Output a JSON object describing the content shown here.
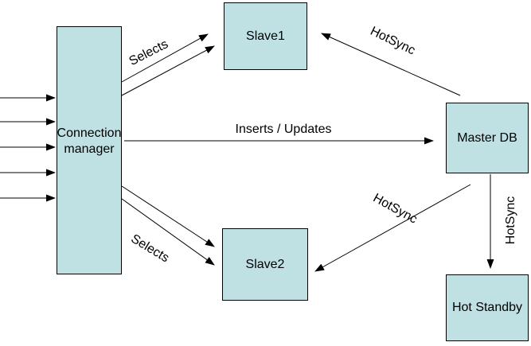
{
  "diagram": {
    "colors": {
      "background": "#ffffff",
      "node_fill": "#bfe1e4",
      "node_border": "#000000",
      "line": "#000000",
      "text": "#000000"
    },
    "nodes": {
      "connection_manager": {
        "label": "Connection manager"
      },
      "slave1": {
        "label": "Slave1"
      },
      "master_db": {
        "label": "Master DB"
      },
      "slave2": {
        "label": "Slave2"
      },
      "hot_standby": {
        "label": "Hot Standby"
      }
    },
    "edges": {
      "client_connections": {
        "to": "connection_manager",
        "arrow_count": 5,
        "label": ""
      },
      "selects_top": {
        "from": "connection_manager",
        "to": "slave1",
        "label": "Selects",
        "arrow_count": 2
      },
      "inserts_updates": {
        "from": "connection_manager",
        "to": "master_db",
        "label": "Inserts / Updates",
        "arrow_count": 1
      },
      "selects_bottom": {
        "from": "connection_manager",
        "to": "slave2",
        "label": "Selects",
        "arrow_count": 2
      },
      "hotsync_slave1": {
        "from": "master_db",
        "to": "slave1",
        "label": "HotSync",
        "arrow_count": 1
      },
      "hotsync_slave2": {
        "from": "master_db",
        "to": "slave2",
        "label": "HotSync",
        "arrow_count": 1
      },
      "hotsync_standby": {
        "from": "master_db",
        "to": "hot_standby",
        "label": "HotSync",
        "arrow_count": 1
      }
    }
  }
}
